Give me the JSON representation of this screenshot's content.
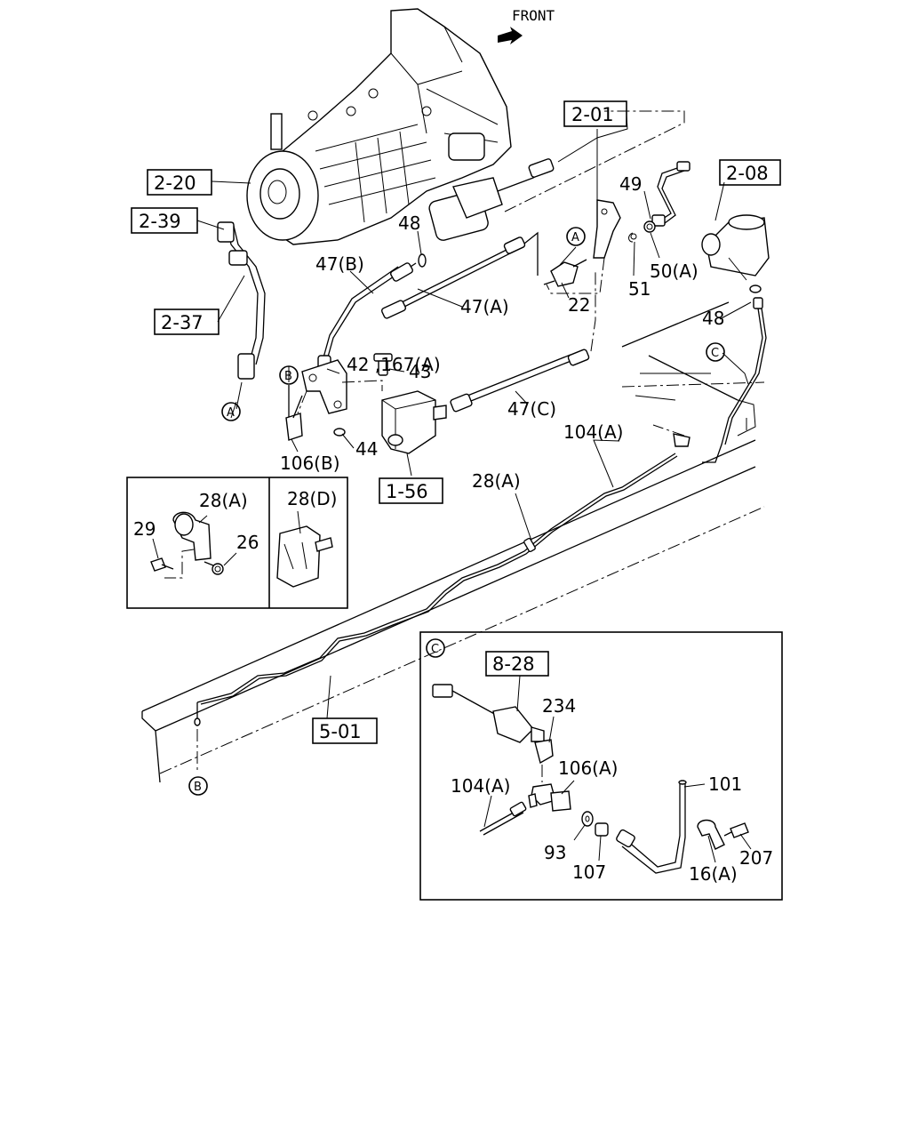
{
  "front_label": "FRONT",
  "ref_boxes": {
    "r2_01": "2-01",
    "r2_08": "2-08",
    "r2_20": "2-20",
    "r2_39": "2-39",
    "r2_37": "2-37",
    "r1_56": "1-56",
    "r5_01": "5-01",
    "r8_28": "8-28"
  },
  "circle_markers": {
    "a_top": "A",
    "a_bottom": "A",
    "b_top": "B",
    "b_bottom": "B",
    "c_main": "C",
    "c_inset": "C"
  },
  "callouts": {
    "c49": "49",
    "c48_top": "48",
    "c48_right": "48",
    "c50a": "50(A)",
    "c51": "51",
    "c47b": "47(B)",
    "c47a": "47(A)",
    "c22": "22",
    "c42_167a": "42 ,167(A)",
    "c43": "43",
    "c47c": "47(C)",
    "c104a_main": "104(A)",
    "c44": "44",
    "c106b": "106(B)",
    "c28a_main": "28(A)",
    "c28a_inset": "28(A)",
    "c28d": "28(D)",
    "c29": "29",
    "c26": "26",
    "c234": "234",
    "c106a": "106(A)",
    "c104a_inset": "104(A)",
    "c101": "101",
    "c93": "93",
    "c107": "107",
    "c16a": "16(A)",
    "c207": "207"
  }
}
